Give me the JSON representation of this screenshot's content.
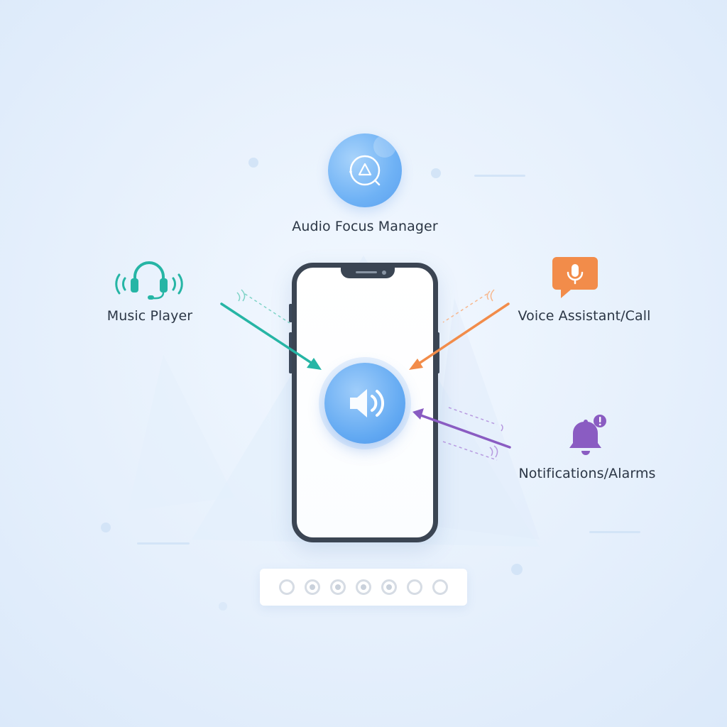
{
  "manager": {
    "label": "Audio Focus Manager",
    "icon": "audio-focus-icon"
  },
  "sources": [
    {
      "label": "Music Player",
      "icon": "headset-icon",
      "color": "#26b5a5"
    },
    {
      "label": "Voice Assistant/Call",
      "icon": "microphone-chat-icon",
      "color": "#f28c4a"
    },
    {
      "label": "Notifications/Alarms",
      "icon": "bell-alert-icon",
      "color": "#8a5cc2"
    }
  ],
  "device": {
    "center_icon": "speaker-volume-icon",
    "accent": "#5aa2f0"
  },
  "control_bar": {
    "indicators": [
      {
        "state": "empty"
      },
      {
        "state": "filled"
      },
      {
        "state": "filled"
      },
      {
        "state": "filled"
      },
      {
        "state": "filled"
      },
      {
        "state": "empty"
      },
      {
        "state": "empty"
      }
    ]
  }
}
